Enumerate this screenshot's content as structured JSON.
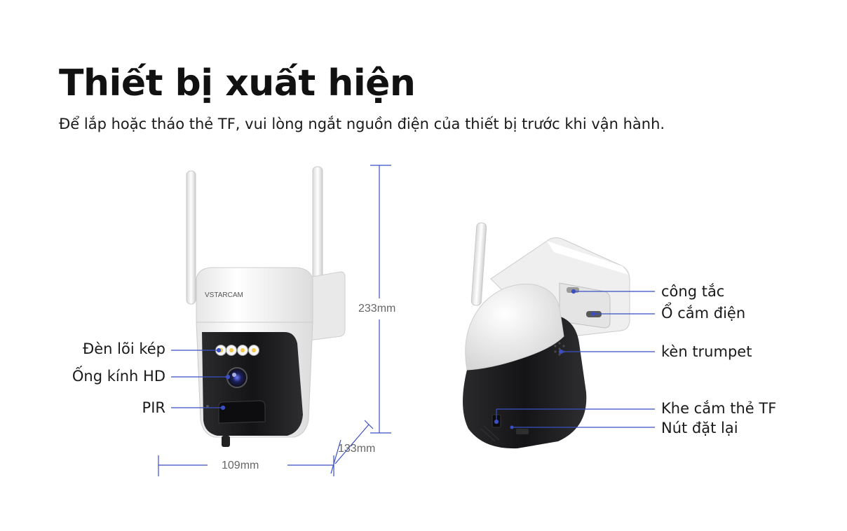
{
  "heading": {
    "title": "Thiết bị xuất hiện",
    "subtitle": "Để lắp hoặc tháo thẻ TF, vui lòng ngắt nguồn điện của thiết bị trước khi vận hành."
  },
  "front_view": {
    "brand": "VSTARCAM",
    "labels": {
      "dual_light": "Đèn lõi kép",
      "hd_lens": "Ống kính HD",
      "pir": "PIR"
    },
    "dimensions": {
      "height": "233mm",
      "depth": "133mm",
      "width": "109mm"
    }
  },
  "side_view": {
    "labels": {
      "switch": "công tắc",
      "power_port": "Ổ cắm điện",
      "speaker": "kèn trumpet",
      "tf_slot": "Khe cắm thẻ TF",
      "reset": "Nút đặt lại"
    }
  },
  "colors": {
    "leader_line": "#3b4fc4",
    "dimension_line": "#3b4fc4",
    "camera_white": "#f2f2f2",
    "camera_black": "#1c1c1e"
  }
}
